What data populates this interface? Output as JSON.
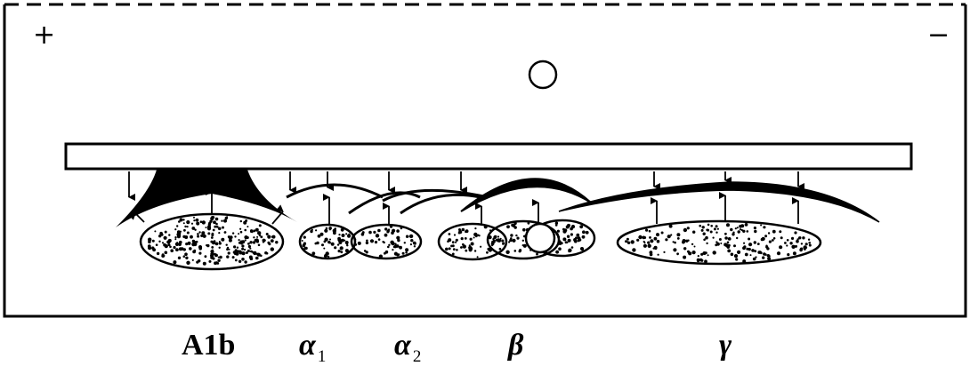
{
  "polarity": {
    "positive": "+",
    "negative": "−"
  },
  "fractions": [
    {
      "name": "A1b",
      "sub": ""
    },
    {
      "name": "α",
      "sub": "1"
    },
    {
      "name": "α",
      "sub": "2"
    },
    {
      "name": "β",
      "sub": ""
    },
    {
      "name": "γ",
      "sub": ""
    }
  ],
  "colors": {
    "line": "#000000",
    "background": "#ffffff"
  }
}
